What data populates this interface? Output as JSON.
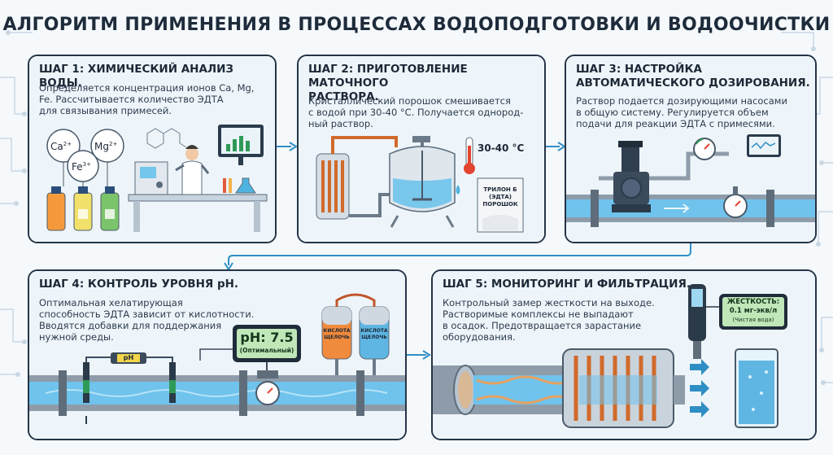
{
  "title": "АЛГОРИТМ ПРИМЕНЕНИЯ В ПРОЦЕССАХ ВОДОПОДГОТОВКИ И ВОДООЧИСТКИ",
  "steps": [
    {
      "heading": "ШАГ 1: ХИМИЧЕСКИЙ АНАЛИЗ ВОДЫ.",
      "text": [
        "Определяется концентрация ионов Ca, Mg,",
        "Fe. Рассчитывается количество ЭДТА",
        "для связывания примесей."
      ],
      "ions": {
        "ca": "Ca",
        "ca_charge": "2+",
        "mg": "Mg",
        "mg_charge": "2+",
        "fe": "Fe",
        "fe_charge": "3+"
      }
    },
    {
      "heading": [
        "ШАГ 2: ПРИГОТОВЛЕНИЕ МАТОЧНОГО",
        "РАСТВОРА."
      ],
      "text": [
        "Кристаллический порошок смешивается",
        "с водой при 30-40 °С. Получается однород-",
        "ный раствор."
      ],
      "temperature": "30-40 °С",
      "bag_label": [
        "ТРИЛОН Б",
        "(ЭДТА)",
        "ПОРОШОК"
      ]
    },
    {
      "heading": [
        "ШАГ 3: НАСТРОЙКА",
        "АВТОМАТИЧЕСКОГО ДОЗИРОВАНИЯ."
      ],
      "text": [
        "Раствор подается дозирующими насосами",
        "в общую систему. Регулируется объем",
        "подачи для реакции ЭДТА с примесями."
      ]
    },
    {
      "heading": "ШАГ 4: КОНТРОЛЬ УРОВНЯ pH.",
      "text": [
        "Оптимальная хелатирующая",
        "способность ЭДТА зависит от кислотности.",
        "Вводятся добавки для поддержания",
        "нужной среды."
      ],
      "ph_display": "pH: 7.5",
      "ph_status": "(Оптимальный)",
      "sensor_label": "pH",
      "tank_label": [
        "КИСЛОТА",
        "ЩЕЛОЧЬ"
      ]
    },
    {
      "heading": "ШАГ 5: МОНИТОРИНГ И ФИЛЬТРАЦИЯ.",
      "text": [
        "Контрольный замер жесткости на выходе.",
        "Растворимые комплексы не выпадают",
        "в осадок. Предотвращается зарастание",
        "оборудования."
      ],
      "hardness_title": "ЖЕСТКОСТЬ:",
      "hardness_value": "0.1 мг-экв/л",
      "hardness_note": "(Чистая вода)"
    }
  ],
  "colors": {
    "border": "#243447",
    "water": "#6fc3ec",
    "pipe": "#8e9caa",
    "arrow": "#2f8fc4",
    "accent_green": "#2f9a58",
    "accent_orange": "#e0782c"
  }
}
